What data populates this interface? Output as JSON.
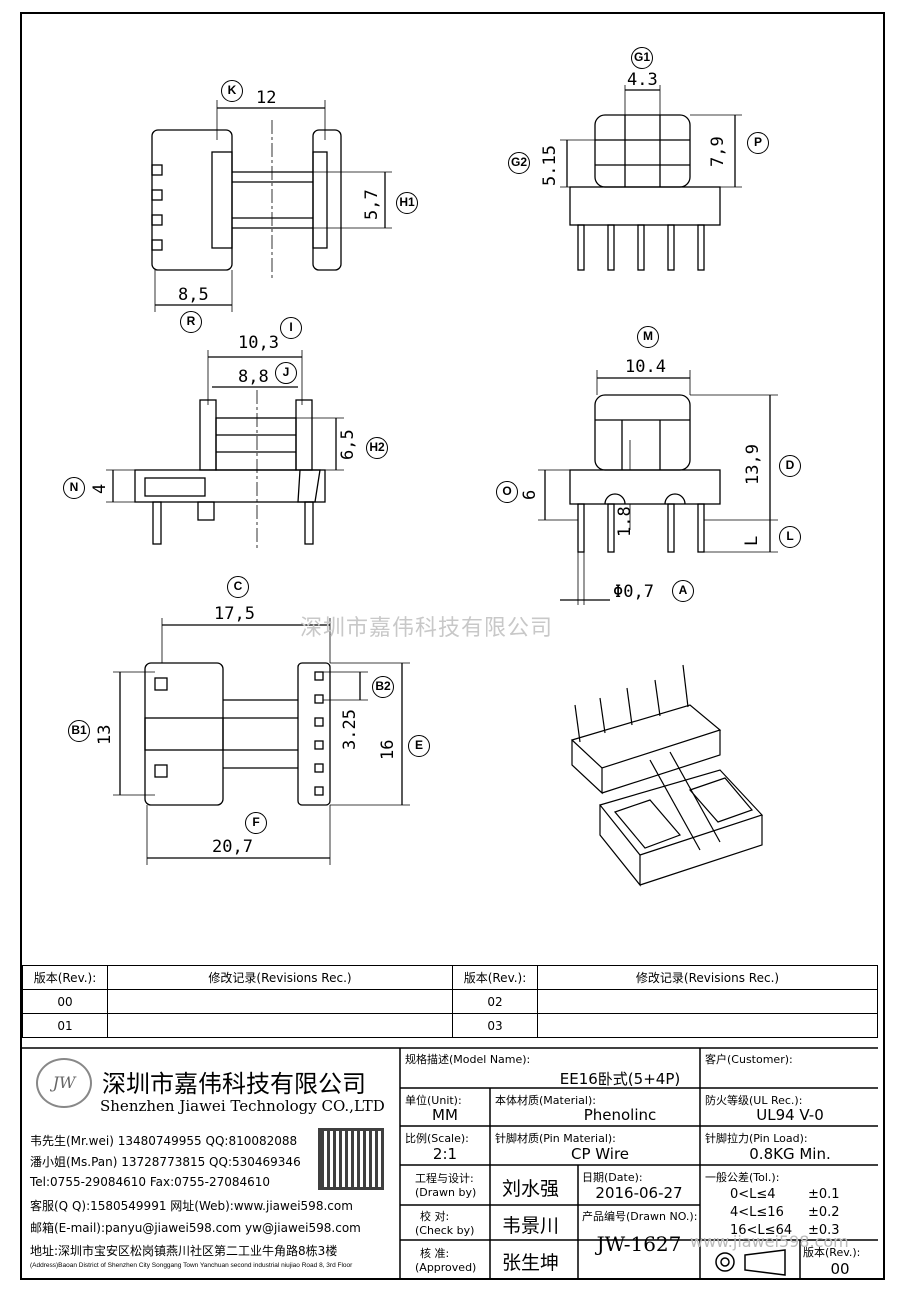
{
  "watermark": "深圳市嘉伟科技有限公司",
  "dimensions": {
    "d12": "12",
    "d8_5": "8,5",
    "d5_7": "5,7",
    "d4_3": "4.3",
    "d5_15": "5.15",
    "d7_9": "7,9",
    "d10_3": "10,3",
    "d8_8": "8,8",
    "d6_5": "6,5",
    "d4": "4",
    "d10_4": "10.4",
    "d13_9": "13,9",
    "d6": "6",
    "d1_8": "1.8",
    "dL": "L",
    "d0_7": "Φ0,7",
    "d17_5": "17,5",
    "d13": "13",
    "d3_25": "3.25",
    "d16": "16",
    "d20_7": "20,7"
  },
  "bubbles": {
    "K": "K",
    "R": "R",
    "H1": "H1",
    "G1": "G1",
    "G2": "G2",
    "P": "P",
    "I": "I",
    "J": "J",
    "N": "N",
    "H2": "H2",
    "M": "M",
    "D": "D",
    "O": "O",
    "L": "L",
    "A": "A",
    "C": "C",
    "B1": "B1",
    "B2": "B2",
    "E": "E",
    "F": "F"
  },
  "revision_table": {
    "rev_header": "版本(Rev.):",
    "rec_header": "修改记录(Revisions Rec.)",
    "rows": [
      [
        "00",
        "",
        "02",
        ""
      ],
      [
        "01",
        "",
        "03",
        ""
      ]
    ]
  },
  "title_block": {
    "company_cn": "深圳市嘉伟科技有限公司",
    "company_en": "Shenzhen Jiawei Technology CO.,LTD",
    "logo_text": "JW",
    "contacts": [
      "韦先生(Mr.wei) 13480749955 QQ:810082088",
      "潘小姐(Ms.Pan) 13728773815 QQ:530469346",
      "Tel:0755-29084610      Fax:0755-27084610",
      "客服(Q Q):1580549991   网址(Web):www.jiawei598.com",
      "邮箱(E-mail):panyu@jiawei598.com  yw@jiawei598.com",
      "地址:深圳市宝安区松岗镇燕川社区第二工业牛角路8栋3楼"
    ],
    "address_en": "(Address)Baoan District of Shenzhen City Songgang Town Yanchuan  second industrial niujiao Road 8, 3rd Floor",
    "model_label": "规格描述(Model Name):",
    "model_value": "EE16卧式(5+4P)",
    "customer_label": "客户(Customer):",
    "customer_value": "",
    "unit_label": "单位(Unit):",
    "unit_value": "MM",
    "material_label": "本体材质(Material):",
    "material_value": "Phenolinc",
    "ul_label": "防火等级(UL Rec.):",
    "ul_value": "UL94 V-0",
    "scale_label": "比例(Scale):",
    "scale_value": "2:1",
    "pin_material_label": "针脚材质(Pin Material):",
    "pin_material_value": "CP Wire",
    "pin_load_label": "针脚拉力(Pin Load):",
    "pin_load_value": "0.8KG Min.",
    "drawn_label_cn": "工程与设计:",
    "drawn_label_en": "(Drawn by)",
    "drawn_value": "刘水强",
    "date_label": "日期(Date):",
    "date_value": "2016-06-27",
    "tol_label": "一般公差(Tol.):",
    "tol_rows": [
      [
        "0<L≤4",
        "±0.1"
      ],
      [
        "4<L≤16",
        "±0.2"
      ],
      [
        "16<L≤64",
        "±0.3"
      ]
    ],
    "check_label_cn": "校  对:",
    "check_label_en": "(Check by)",
    "check_value": "韦景川",
    "drawn_no_label": "产品编号(Drawn NO.):",
    "drawn_no_value": "JW-1627",
    "approved_label_cn": "核  准:",
    "approved_label_en": "(Approved)",
    "approved_value": "张生坤",
    "rev_label": "版本(Rev.):",
    "rev_value": "00",
    "web_overlay": "www.jiawei598.com"
  }
}
